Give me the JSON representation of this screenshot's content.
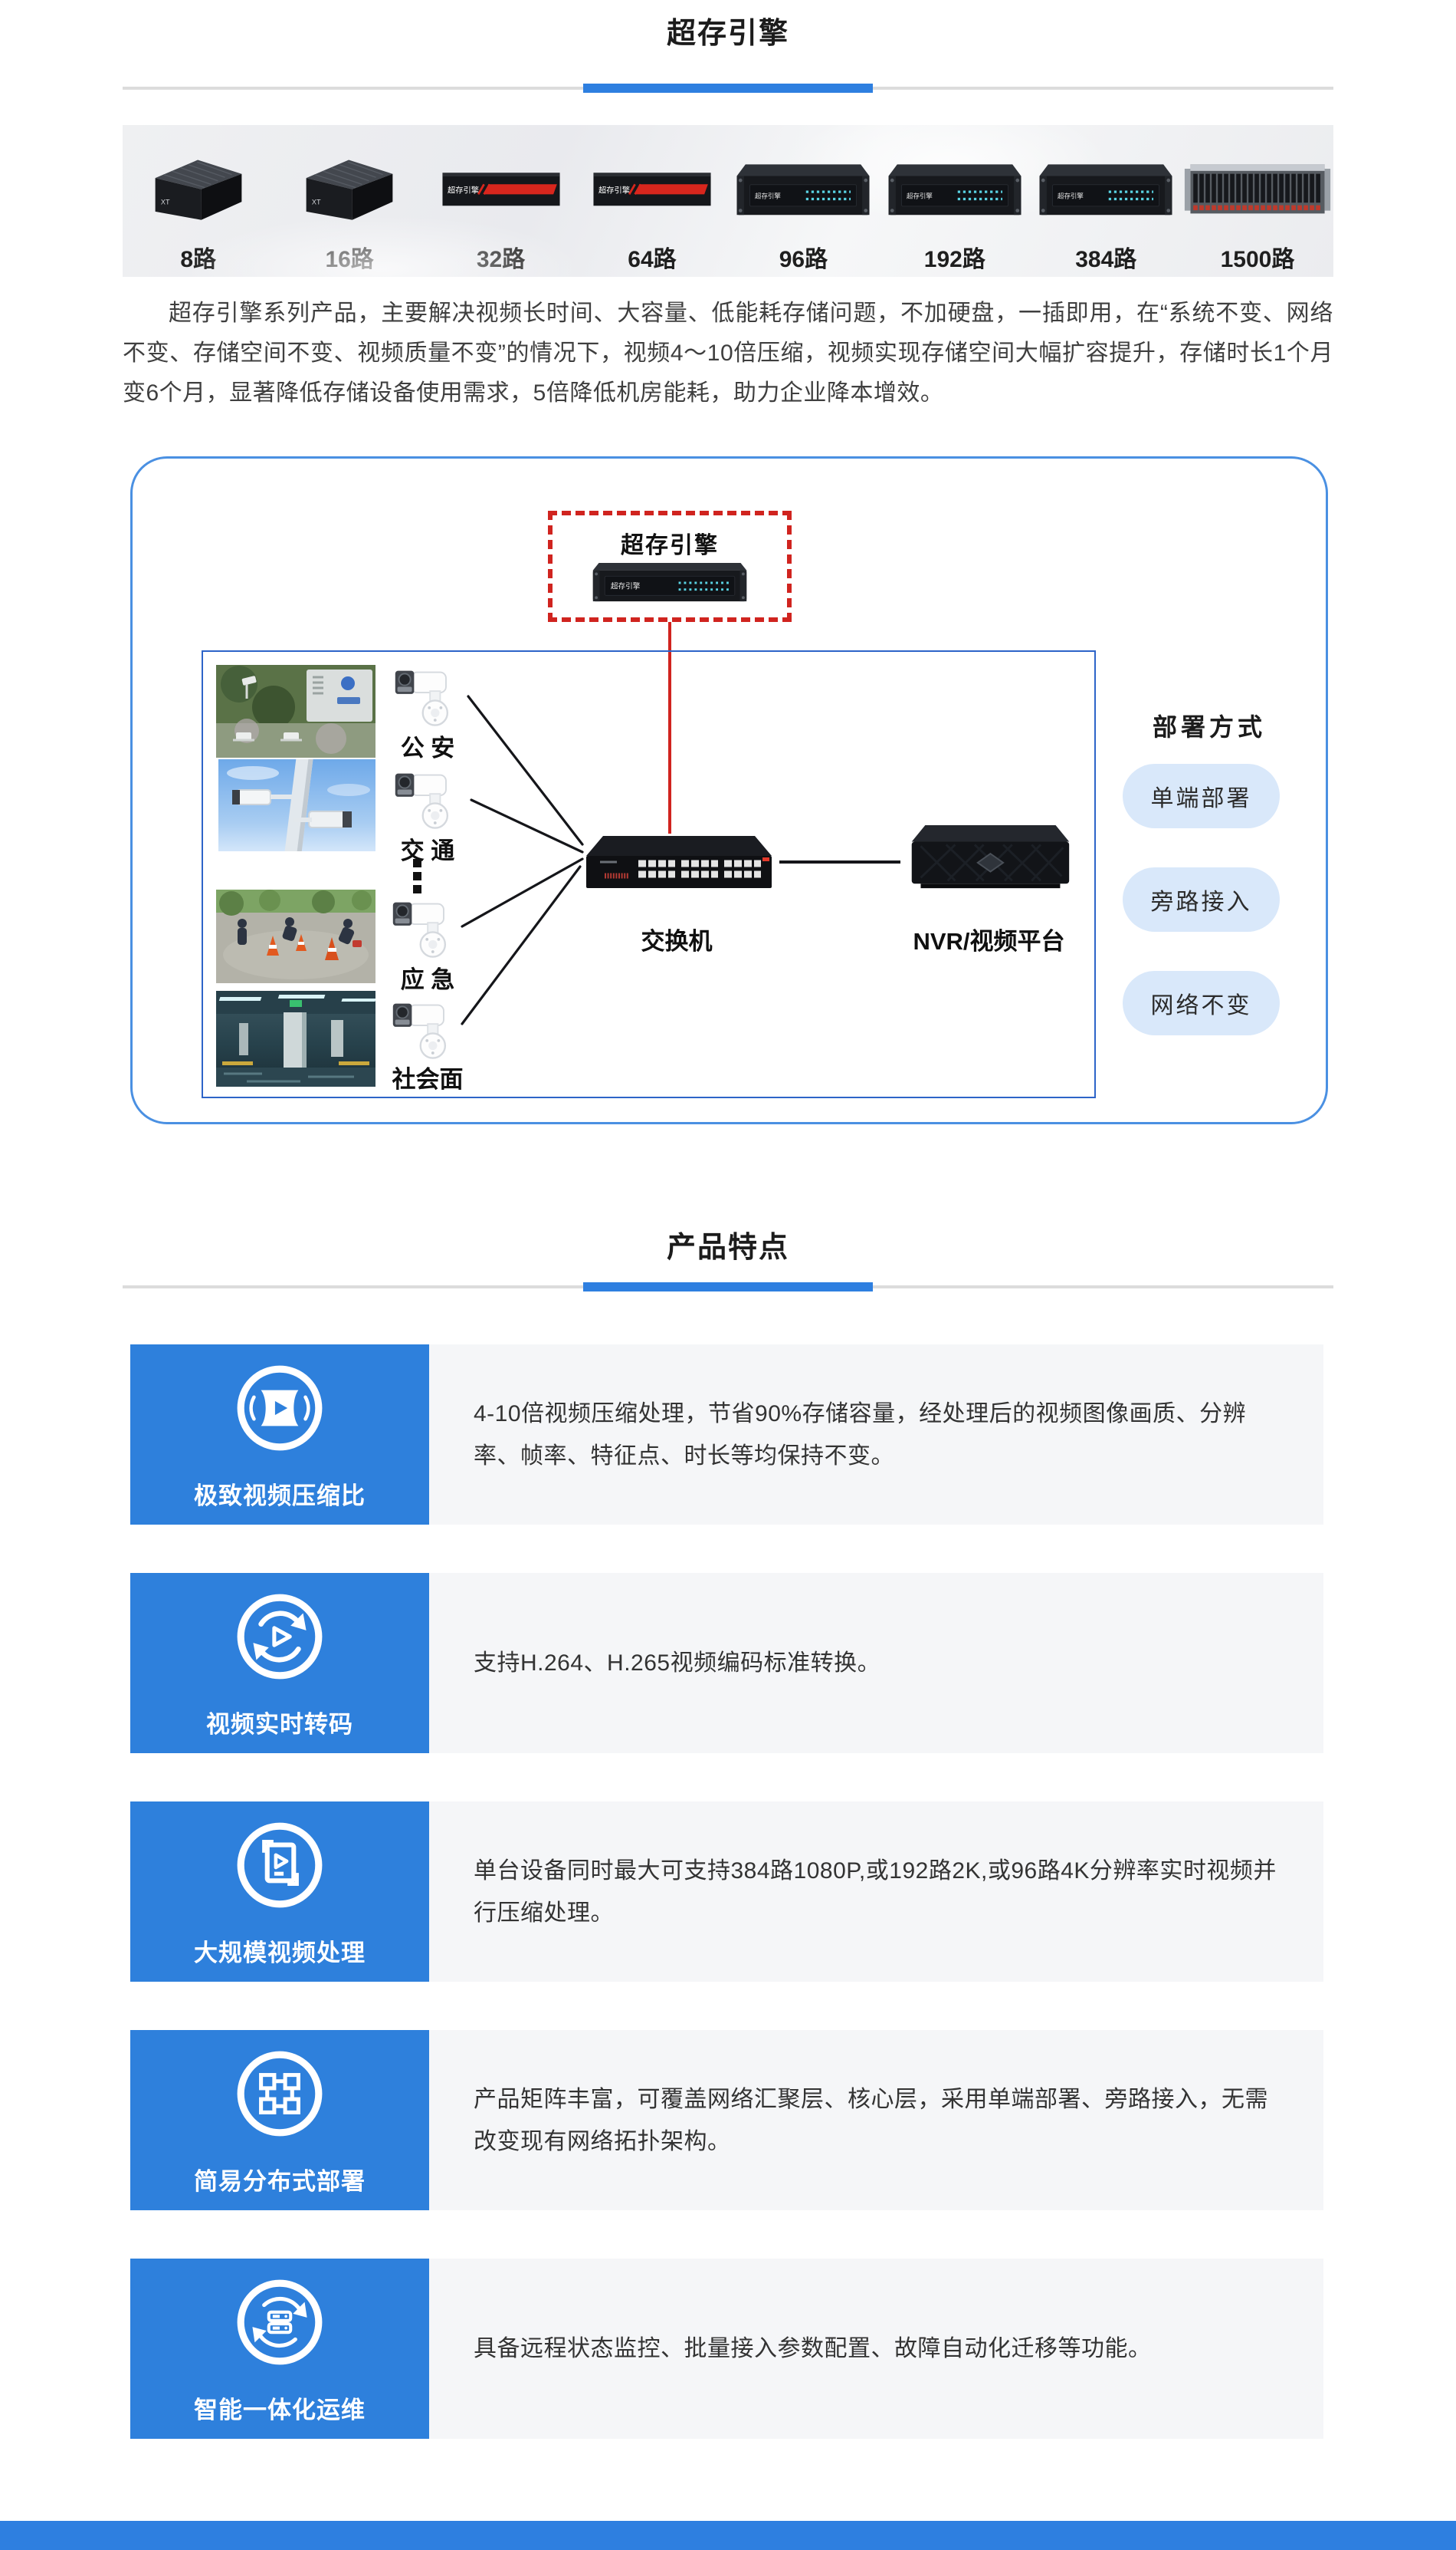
{
  "header": {
    "title": "超存引擎"
  },
  "banner": {
    "device_badge": "超存引擎",
    "mini_logo": "XT",
    "products": [
      {
        "label": "8路"
      },
      {
        "label": "16路"
      },
      {
        "label": "32路"
      },
      {
        "label": "64路"
      },
      {
        "label": "96路"
      },
      {
        "label": "192路"
      },
      {
        "label": "384路"
      },
      {
        "label": "1500路"
      }
    ]
  },
  "intro": {
    "text": "超存引擎系列产品，主要解决视频长时间、大容量、低能耗存储问题，不加硬盘，一插即用，在“系统不变、网络不变、存储空间不变、视频质量不变”的情况下，视频4～10倍压缩，视频实现存储空间大幅扩容提升，存储时长1个月变6个月，显著降低存储设备使用需求，5倍降低机房能耗，助力企业降本增效。"
  },
  "diagram": {
    "engine_label": "超存引擎",
    "sources": [
      {
        "label": "公 安"
      },
      {
        "label": "交 通"
      },
      {
        "label": "应 急"
      },
      {
        "label": "社会面"
      }
    ],
    "switch_label": "交换机",
    "nvr_label": "NVR/视频平台",
    "deploy": {
      "title": "部署方式",
      "options": [
        "单端部署",
        "旁路接入",
        "网络不变"
      ]
    }
  },
  "features_section": {
    "title": "产品特点"
  },
  "features": [
    {
      "name": "极致视频压缩比",
      "desc": "4-10倍视频压缩处理，节省90%存储容量，经处理后的视频图像画质、分辨率、帧率、特征点、时长等均保持不变。"
    },
    {
      "name": "视频实时转码",
      "desc": "支持H.264、H.265视频编码标准转换。"
    },
    {
      "name": "大规模视频处理",
      "desc": "单台设备同时最大可支持384路1080P,或192路2K,或96路4K分辨率实时视频并行压缩处理。"
    },
    {
      "name": "简易分布式部署",
      "desc": "产品矩阵丰富，可覆盖网络汇聚层、核心层，采用单端部署、旁路接入，无需改变现有网络拓扑架构。"
    },
    {
      "name": "智能一体化运维",
      "desc": "具备远程状态监控、批量接入参数配置、故障自动化迁移等功能。"
    }
  ],
  "colors": {
    "accent": "#2E7FE0",
    "alert_red": "#D0241F"
  }
}
